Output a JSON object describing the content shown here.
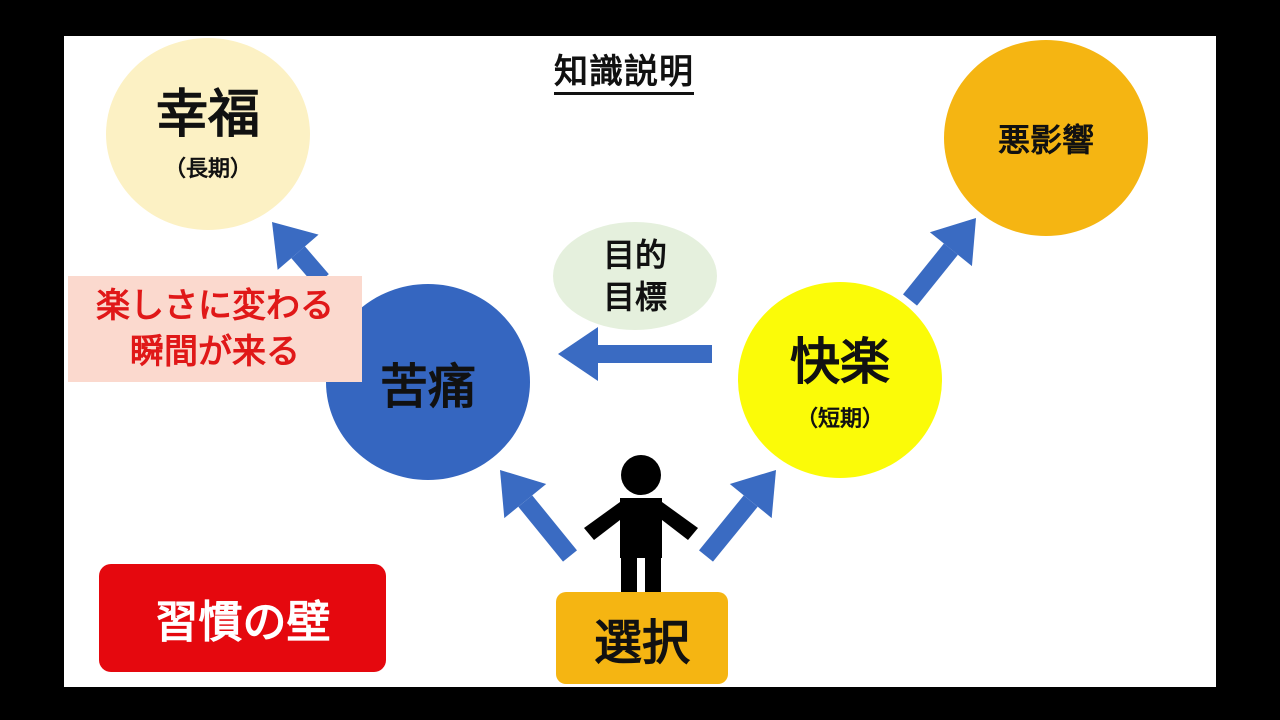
{
  "title": "知識説明",
  "nodes": {
    "happiness": {
      "label": "幸福",
      "sub": "（長期）",
      "color": "#fcf1c4"
    },
    "bad_influence": {
      "label": "悪影響",
      "color": "#f5b512"
    },
    "pain": {
      "label": "苦痛",
      "color": "#3566c0"
    },
    "pleasure": {
      "label": "快楽",
      "sub": "（短期）",
      "color": "#fbfb08"
    },
    "purpose": {
      "line1": "目的",
      "line2": "目標",
      "color": "#e5f0dd"
    }
  },
  "callout": {
    "line1": "楽しさに変わる",
    "line2": "瞬間が来る",
    "text_color": "#e01818",
    "bg": "#fbd9ce"
  },
  "habit_wall": {
    "label": "習慣の壁",
    "color": "#e5080e"
  },
  "choice": {
    "label": "選択",
    "color": "#f5b512"
  },
  "colors": {
    "arrow": "#3a6bc2",
    "person": "#000000"
  }
}
